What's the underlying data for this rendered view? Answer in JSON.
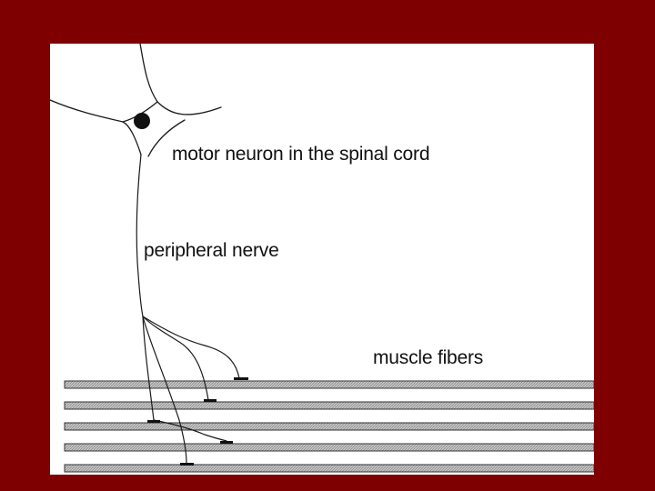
{
  "labels": {
    "motor_neuron": "motor neuron in the spinal cord",
    "peripheral_nerve": "peripheral nerve",
    "muscle_fibers": "muscle fibers"
  },
  "colors": {
    "background_border": "#7f0000",
    "panel": "#ffffff",
    "line": "#1a1a1a",
    "fiber_fill": "#bdbdbd"
  },
  "diagram": {
    "muscle_fiber_count": 5,
    "neuromuscular_junction_count": 5
  }
}
